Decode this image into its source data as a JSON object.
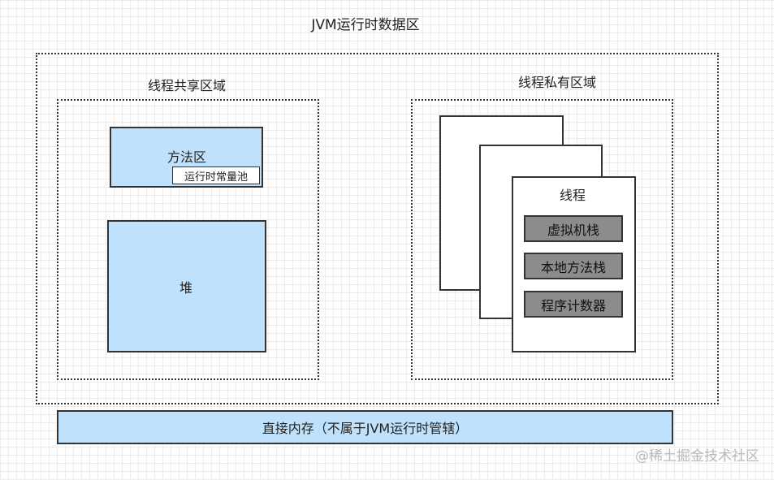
{
  "title": "JVM运行时数据区",
  "shared_area": {
    "title": "线程共享区域",
    "method_area": {
      "label": "方法区",
      "constant_pool": "运行时常量池"
    },
    "heap": "堆"
  },
  "private_area": {
    "title": "线程私有区域",
    "thread": {
      "label": "线程",
      "items": [
        "虚拟机栈",
        "本地方法栈",
        "程序计数器"
      ]
    }
  },
  "direct_memory": "直接内存（不属于JVM运行时管辖）",
  "watermark": "@稀土掘金技术社区",
  "colors": {
    "blue_fill": "#bfe1fb",
    "gray_fill": "#8c8c8c",
    "border": "#333333"
  }
}
